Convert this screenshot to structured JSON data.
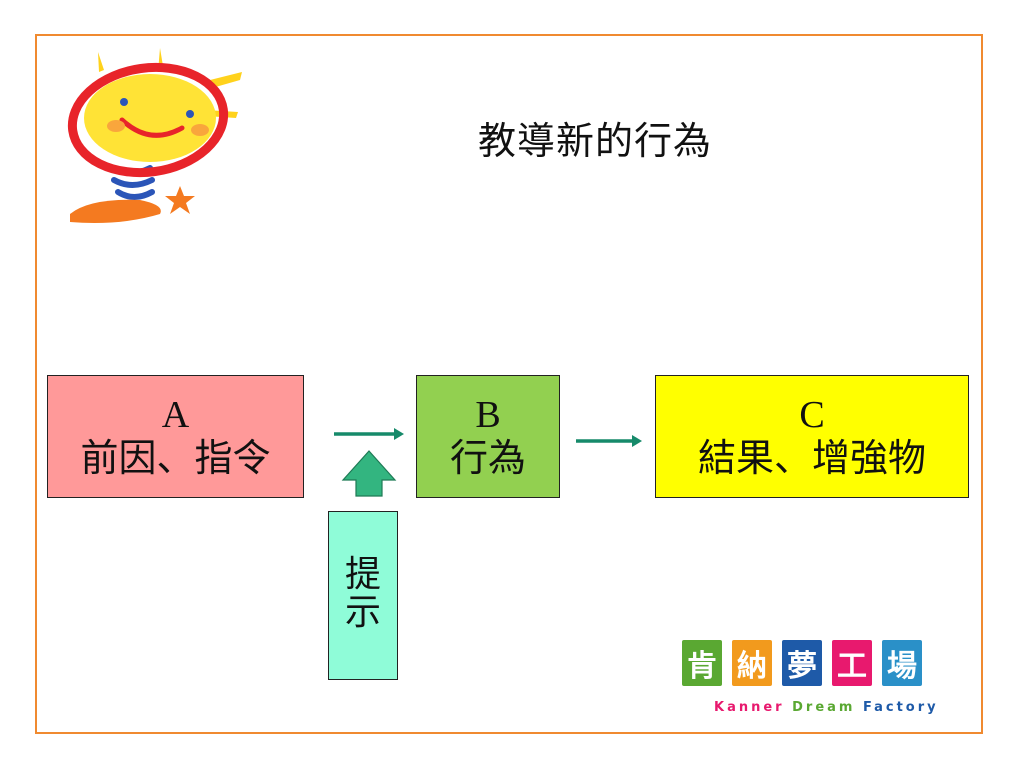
{
  "title": "教導新的行為",
  "boxes": {
    "a": {
      "letter": "A",
      "text": "前因、指令",
      "color": "#ff9999"
    },
    "b": {
      "letter": "B",
      "text": "行為",
      "color": "#92d050"
    },
    "c": {
      "letter": "C",
      "text": "結果、增強物",
      "color": "#ffff00"
    },
    "prompt": {
      "chars": [
        "提",
        "示"
      ],
      "color": "#8ffcd8"
    }
  },
  "arrow_color": "#168a6a",
  "logo": {
    "tiles": [
      {
        "char": "肯",
        "color": "#5aa832"
      },
      {
        "char": "納",
        "color": "#f29a1d"
      },
      {
        "char": "夢",
        "color": "#1e5aa8"
      },
      {
        "char": "工",
        "color": "#e8196e"
      },
      {
        "char": "場",
        "color": "#2a90c8"
      }
    ],
    "subtitle_parts": [
      {
        "text": "Kanner ",
        "color": "#e8196e"
      },
      {
        "text": "Dream ",
        "color": "#5aa832"
      },
      {
        "text": "Factory",
        "color": "#1e5aa8"
      }
    ]
  }
}
